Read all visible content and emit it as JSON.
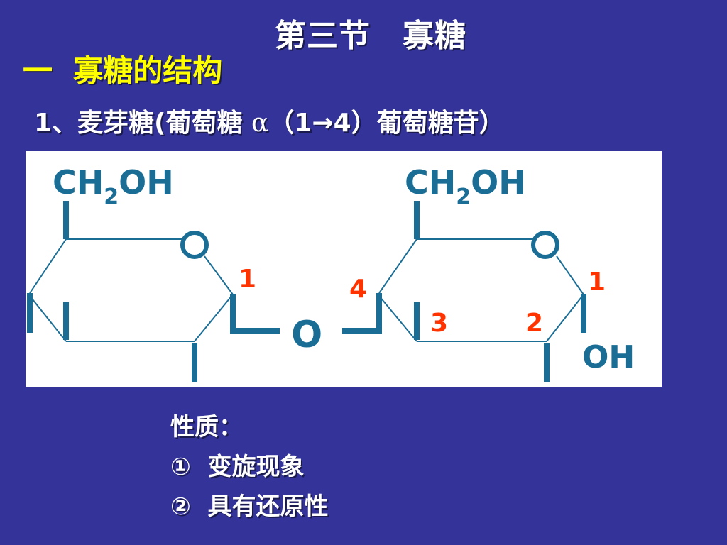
{
  "slide": {
    "title": "第三节　寡糖",
    "section_heading": "一  寡糖的结构",
    "item": {
      "prefix": "1、麦芽糖(葡萄糖 ",
      "alpha": "α",
      "suffix": "（1→4）葡萄糖苷）"
    },
    "properties": {
      "title": "性质：",
      "items": [
        "①  变旋现象",
        "②  具有还原性"
      ]
    }
  },
  "structure": {
    "left_ring": {
      "ch2oh_main": "CH",
      "ch2oh_sub": "2",
      "ch2oh_tail": "OH",
      "ring_oxygen": "O",
      "carbon_1": "1"
    },
    "bridge_oxygen": "O",
    "right_ring": {
      "ch2oh_main": "CH",
      "ch2oh_sub": "2",
      "ch2oh_tail": "OH",
      "ring_oxygen": "O",
      "carbon_1": "1",
      "carbon_2": "2",
      "carbon_3": "3",
      "carbon_4": "4",
      "anomeric_oh": "OH"
    },
    "colors": {
      "bond": "#1a6e96",
      "label": "#1a6e96",
      "carbon_number": "#ff3300"
    }
  }
}
